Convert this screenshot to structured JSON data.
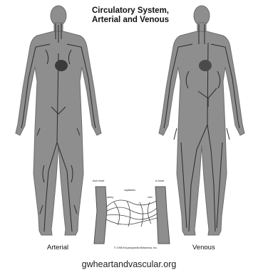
{
  "title_line1": "Circulatory System,",
  "title_line2": "Arterial and Venous",
  "label_arterial": "Arterial",
  "label_venous": "Venous",
  "inset": {
    "from_heart": "from heart",
    "to_heart": "to heart",
    "capillaries": "capillaries",
    "artery": "artery",
    "vein": "vein",
    "copyright": "© 1998 Encyclopaedia Britannica, Inc."
  },
  "source": "gwheartandvascular.org",
  "colors": {
    "body_fill": "#8e8e8e",
    "body_edge": "#6e6e6e",
    "vessel": "#2a2a2a",
    "background": "#ffffff"
  }
}
